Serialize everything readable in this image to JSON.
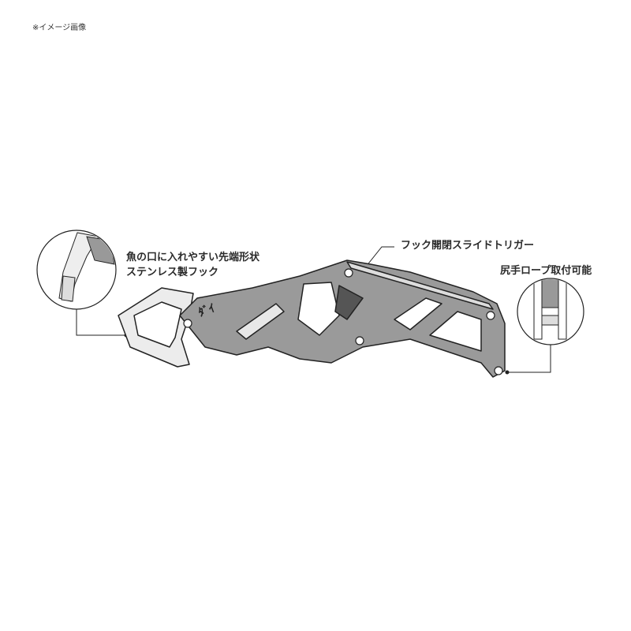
{
  "note": "※イメージ画像",
  "callouts": {
    "hook": {
      "line1": "魚の口に入れやすい先端形状",
      "line2": "ステンレス製フック"
    },
    "trigger": {
      "text": "フック開閉スライドトリガー"
    },
    "rope": {
      "text": "尻手ロープ取付可能"
    }
  },
  "product": {
    "brand_mark": "DAIWA logo",
    "type": "fish grip illustration"
  },
  "colors": {
    "outline": "#222222",
    "body_gray": "#9a9a9a",
    "light_gray": "#e8e8e8",
    "dark_gray": "#555555"
  }
}
